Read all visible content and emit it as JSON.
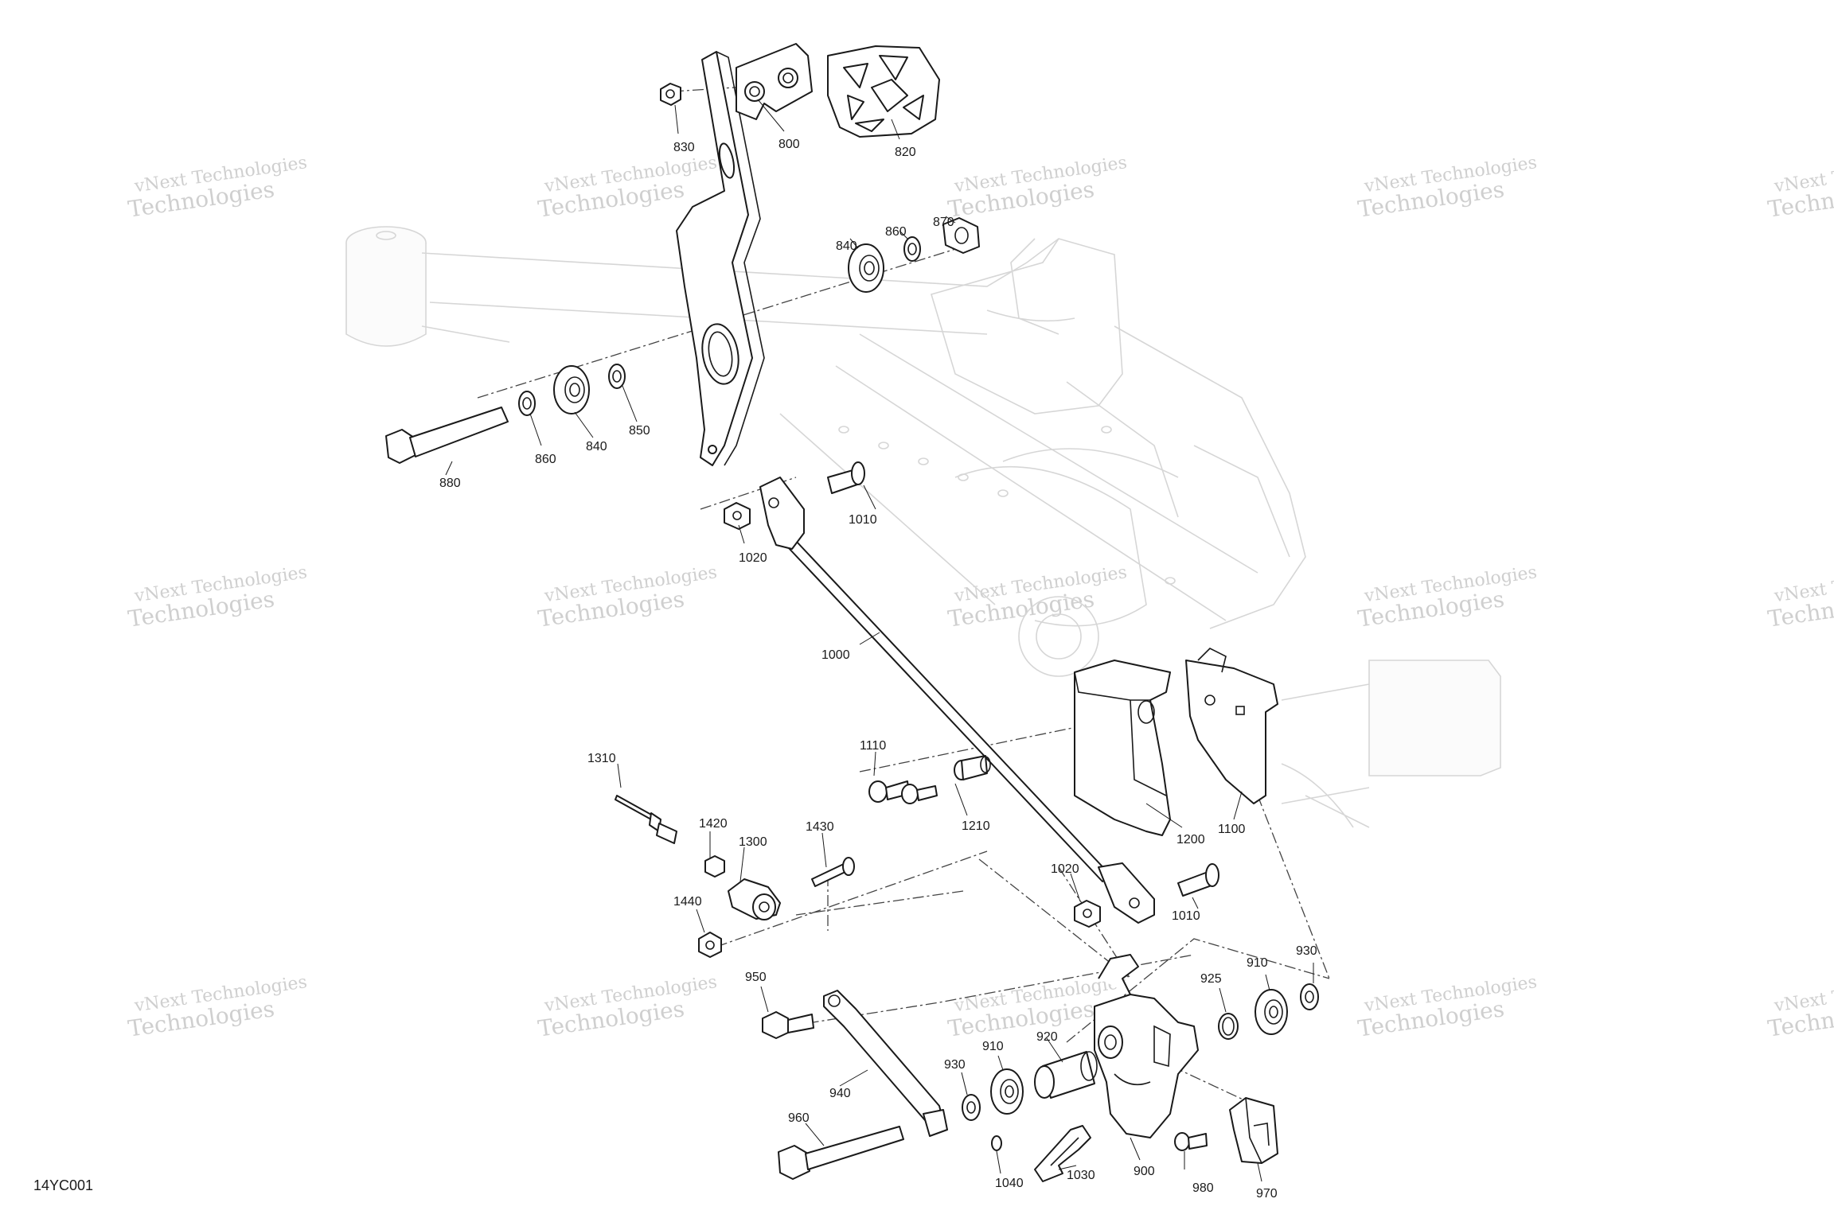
{
  "figure_code": "14YC001",
  "watermark": {
    "line1": "vNext Technologies",
    "line2": "Technologies"
  },
  "callouts": [
    {
      "id": "830",
      "label": "830"
    },
    {
      "id": "800",
      "label": "800"
    },
    {
      "id": "820",
      "label": "820"
    },
    {
      "id": "840a",
      "label": "840"
    },
    {
      "id": "860a",
      "label": "860"
    },
    {
      "id": "870",
      "label": "870"
    },
    {
      "id": "850",
      "label": "850"
    },
    {
      "id": "860b",
      "label": "860"
    },
    {
      "id": "840b",
      "label": "840"
    },
    {
      "id": "880",
      "label": "880"
    },
    {
      "id": "1010a",
      "label": "1010"
    },
    {
      "id": "1020a",
      "label": "1020"
    },
    {
      "id": "1000",
      "label": "1000"
    },
    {
      "id": "1310",
      "label": "1310"
    },
    {
      "id": "1110",
      "label": "1110"
    },
    {
      "id": "1210",
      "label": "1210"
    },
    {
      "id": "1200",
      "label": "1200"
    },
    {
      "id": "1100",
      "label": "1100"
    },
    {
      "id": "1420",
      "label": "1420"
    },
    {
      "id": "1300",
      "label": "1300"
    },
    {
      "id": "1430",
      "label": "1430"
    },
    {
      "id": "1440",
      "label": "1440"
    },
    {
      "id": "1020b",
      "label": "1020"
    },
    {
      "id": "1010b",
      "label": "1010"
    },
    {
      "id": "950",
      "label": "950"
    },
    {
      "id": "925",
      "label": "925"
    },
    {
      "id": "910a",
      "label": "910"
    },
    {
      "id": "930a",
      "label": "930"
    },
    {
      "id": "920",
      "label": "920"
    },
    {
      "id": "910b",
      "label": "910"
    },
    {
      "id": "930b",
      "label": "930"
    },
    {
      "id": "940",
      "label": "940"
    },
    {
      "id": "960",
      "label": "960"
    },
    {
      "id": "1040",
      "label": "1040"
    },
    {
      "id": "1030",
      "label": "1030"
    },
    {
      "id": "900",
      "label": "900"
    },
    {
      "id": "980",
      "label": "980"
    },
    {
      "id": "970",
      "label": "970"
    }
  ]
}
